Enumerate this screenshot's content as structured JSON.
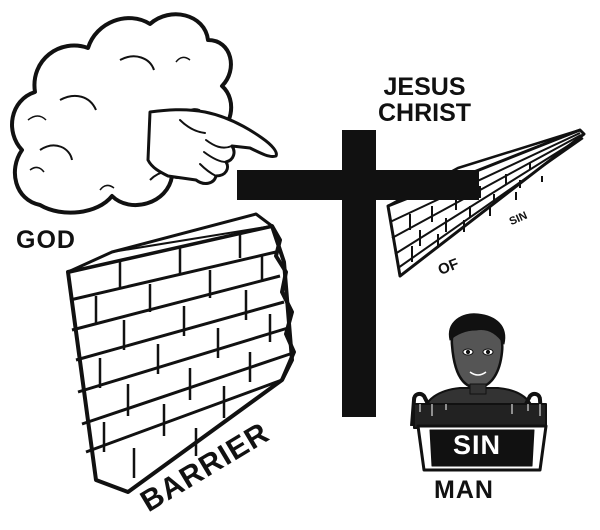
{
  "labels": {
    "god": "GOD",
    "jesus_line1": "JESUS",
    "jesus_line2": "CHRIST",
    "barrier": "BARRIER",
    "of": "OF",
    "sin_small": "SIN",
    "sin_badge": "SIN",
    "man": "MAN"
  },
  "colors": {
    "ink": "#111111",
    "paper": "#ffffff"
  },
  "icons": {
    "cloud": "cloud-icon",
    "hand": "pointing-hand-icon",
    "cross": "cross-icon",
    "man": "man-figure-icon"
  }
}
